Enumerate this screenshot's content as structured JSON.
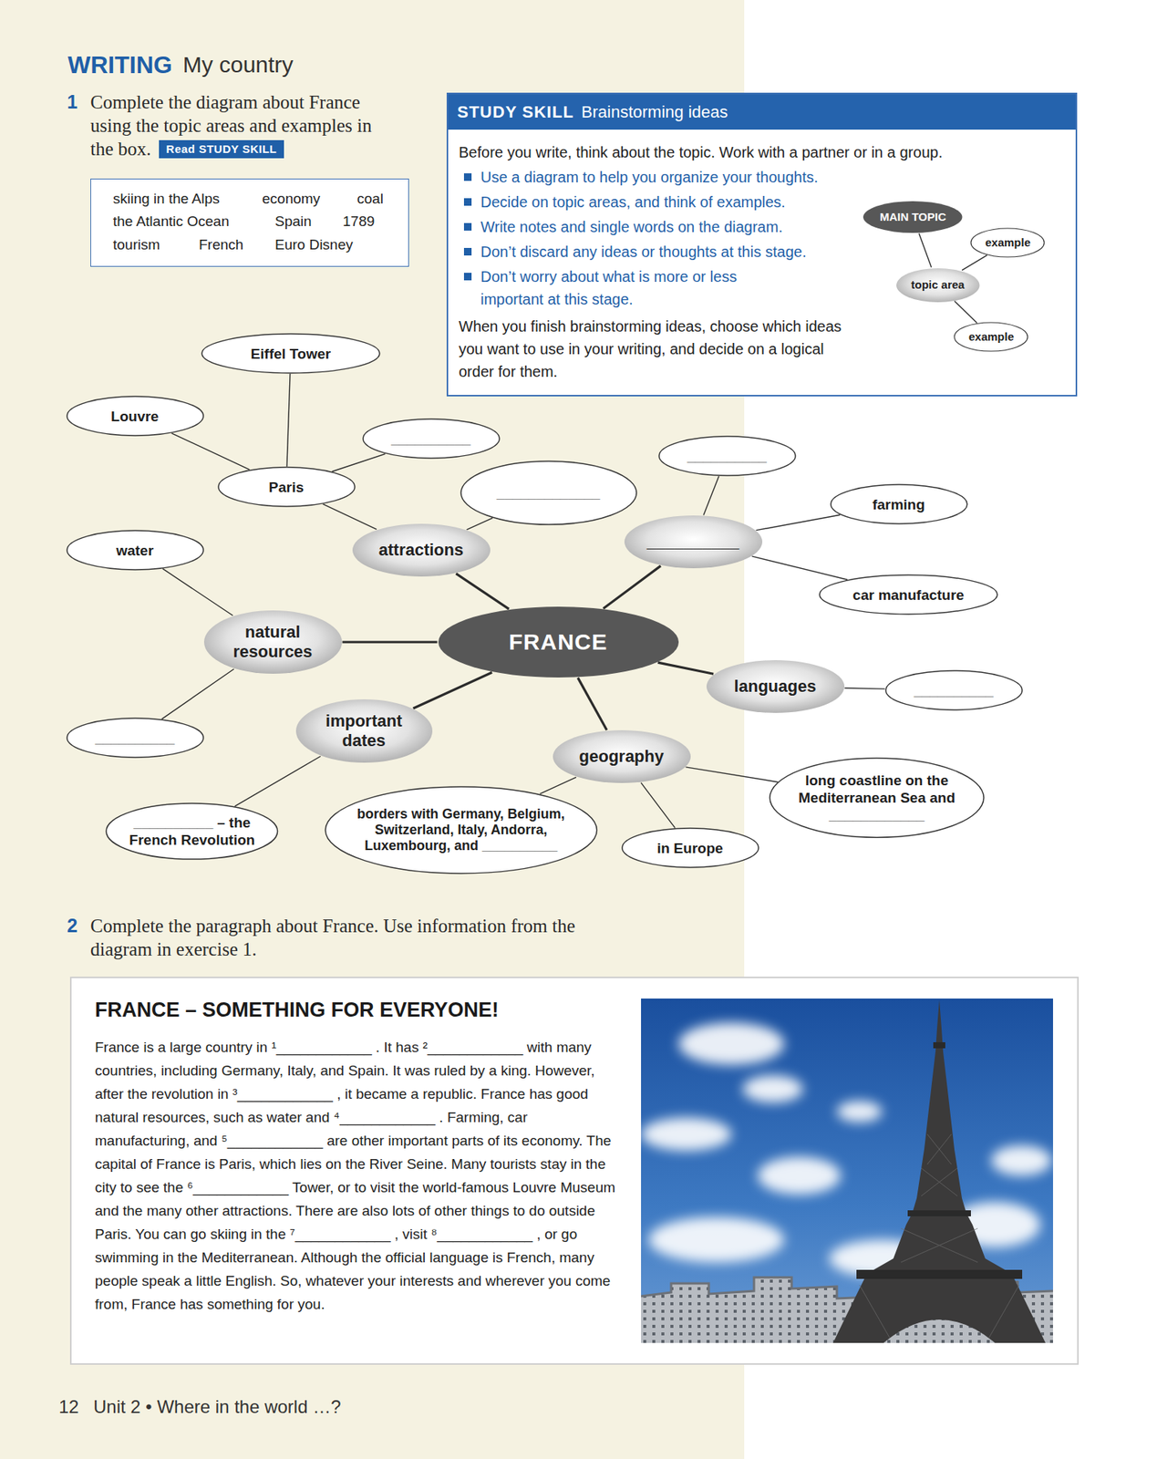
{
  "diagram": {
    "title": "My country",
    "nodes": [
      {
        "text": [
          "Read STUDY SKILL"
        ]
      },
      {
        "text": [
          "skiing in the Alps",
          "economy",
          "coal",
          "the Atlantic Ocean",
          "Spain",
          "1789",
          "tourism",
          "French",
          "Euro Disney"
        ]
      },
      {
        "text": [
          "Before you write, think about the topic. Work with a partner or in a group.",
          "Use a diagram to help you organize your thoughts.",
          "Decide on topic areas, and think of examples.",
          "Write notes and single words on the diagram.",
          "Don’t discard any ideas or thoughts at this stage.",
          "Don’t worry about what is more or less important at this stage.",
          "When you finish brainstorming ideas, choose which ideas you want to use in your writing, and decide on a logical order for them."
        ]
      },
      {
        "text": [
          "STUDY SKILL",
          "Brainstorming ideas"
        ],
        "in": 2
      },
      {
        "text": [
          "MAIN TOPIC"
        ],
        "in": 2
      },
      {
        "text": [
          "example"
        ],
        "in": 2
      },
      {
        "text": [
          "topic area"
        ],
        "in": 2
      },
      {
        "text": [
          "example"
        ],
        "in": 2
      },
      {
        "text": [
          "Eiffel Tower"
        ]
      },
      {
        "text": [
          "Louvre"
        ]
      },
      {
        "text": [
          "__________"
        ]
      },
      {
        "text": [
          "__________"
        ]
      },
      {
        "text": [
          "Paris"
        ]
      },
      {
        "text": [
          "_____________"
        ]
      },
      {
        "text": [
          "farming"
        ]
      },
      {
        "text": [
          "attractions"
        ]
      },
      {
        "text": [
          "__________"
        ]
      },
      {
        "text": [
          "water"
        ]
      },
      {
        "text": [
          "car manufacture"
        ]
      },
      {
        "text": [
          "FRANCE"
        ]
      },
      {
        "text": [
          "natural resources"
        ]
      },
      {
        "text": [
          "languages"
        ]
      },
      {
        "text": [
          "__________"
        ]
      },
      {
        "text": [
          "important dates"
        ]
      },
      {
        "text": [
          "__________"
        ]
      },
      {
        "text": [
          "geography"
        ]
      },
      {
        "text": [
          "long coastline on the Mediterranean Sea and ____________"
        ]
      },
      {
        "text": [
          "__________ – the French Revolution"
        ]
      },
      {
        "text": [
          "borders with Germany, Belgium, Switzerland, Italy, Andorra, Luxembourg, and __________"
        ]
      },
      {
        "text": [
          "in Europe"
        ]
      },
      {
        "text": [
          "FRANCE – SOMETHING FOR EVERYONE!",
          "France is a large country in ¹____________ . It has ²____________ with many countries, including Germany, Italy, and Spain. It was ruled by a king. However, after the revolution in ³____________ , it became a republic. France has good natural resources, such as water and ⁴____________ . Farming, car manufacturing, and ⁵____________ are other important parts of its economy. The capital of France is Paris, which lies on the River Seine. Many tourists stay in the city to see the ⁶____________ Tower, or to visit the world-famous Louvre Museum and the many other attractions. There are also lots of other things to do outside Paris. You can go skiing in the ⁷____________ , visit ⁸____________ , or go swimming in the Mediterranean. Although the official language is French, many people speak a little English. So, whatever your interests and wherever you come from, France has something for you."
        ]
      }
    ],
    "edges": [
      {
        "from": 4,
        "to": 6,
        "arrow": "none"
      },
      {
        "from": 6,
        "to": 5,
        "arrow": "none"
      },
      {
        "from": 6,
        "to": 7,
        "arrow": "none"
      },
      {
        "from": 19,
        "to": 15,
        "arrow": "none"
      },
      {
        "from": 19,
        "to": 16,
        "arrow": "none"
      },
      {
        "from": 19,
        "to": 20,
        "arrow": "none"
      },
      {
        "from": 19,
        "to": 21,
        "arrow": "none"
      },
      {
        "from": 19,
        "to": 23,
        "arrow": "none"
      },
      {
        "from": 19,
        "to": 25,
        "arrow": "none"
      },
      {
        "from": 15,
        "to": 12,
        "arrow": "none"
      },
      {
        "from": 15,
        "to": 13,
        "arrow": "none"
      },
      {
        "from": 12,
        "to": 8,
        "arrow": "none"
      },
      {
        "from": 12,
        "to": 9,
        "arrow": "none"
      },
      {
        "from": 12,
        "to": 10,
        "arrow": "none"
      },
      {
        "from": 16,
        "to": 11,
        "arrow": "none"
      },
      {
        "from": 16,
        "to": 14,
        "arrow": "none"
      },
      {
        "from": 16,
        "to": 18,
        "arrow": "none"
      },
      {
        "from": 20,
        "to": 17,
        "arrow": "none"
      },
      {
        "from": 20,
        "to": 24,
        "arrow": "none"
      },
      {
        "from": 21,
        "to": 22,
        "arrow": "none"
      },
      {
        "from": 23,
        "to": 27,
        "arrow": "none"
      },
      {
        "from": 25,
        "to": 28,
        "arrow": "none"
      },
      {
        "from": 25,
        "to": 29,
        "arrow": "none"
      },
      {
        "from": 25,
        "to": 26,
        "arrow": "none"
      }
    ],
    "labels": [
      "WRITING",
      "1",
      "Complete the diagram about France using the topic areas and examples in the box.",
      "2",
      "Complete the paragraph about France. Use information from the diagram in exercise 1.",
      "12",
      "Unit 2 • Where in the world …?"
    ]
  }
}
